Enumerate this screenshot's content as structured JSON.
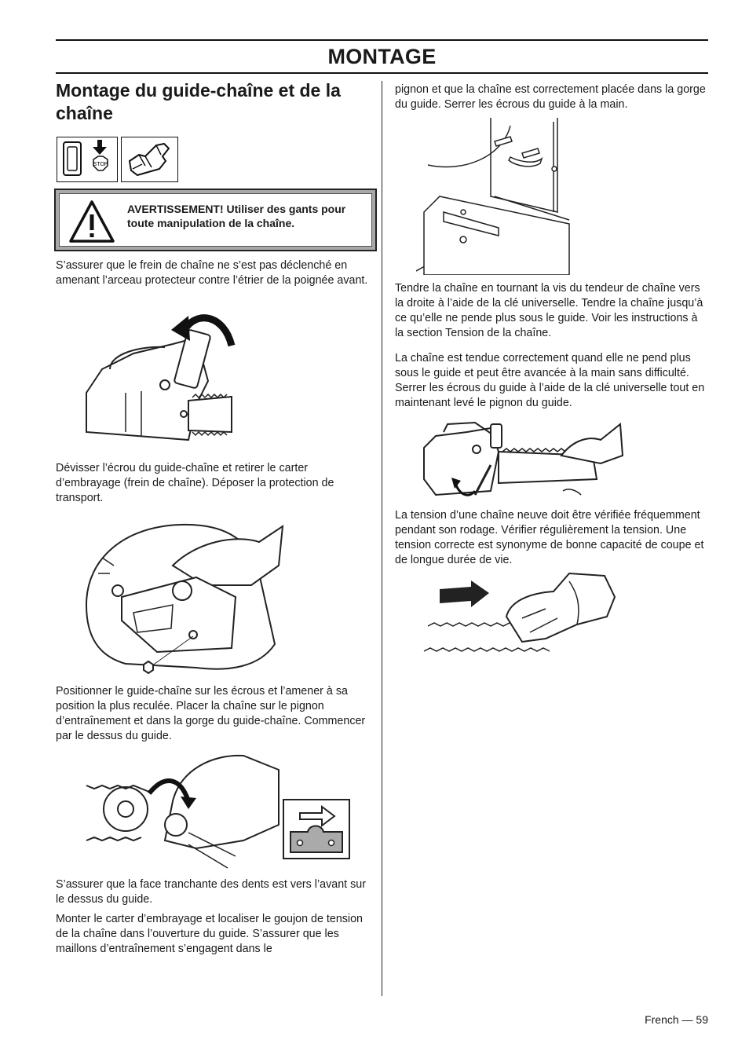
{
  "header": {
    "title": "MONTAGE"
  },
  "section": {
    "heading": "Montage du guide-chaîne et de la chaîne"
  },
  "icons": {
    "stop_label": "STOP"
  },
  "warning": {
    "text": "AVERTISSEMENT! Utiliser des gants pour toute manipulation de la chaîne."
  },
  "left_column": {
    "p1": "S’assurer que le frein de chaîne ne s’est pas déclenché en amenant l’arceau protecteur contre l’étrier de la poignée avant.",
    "p2": "Dévisser l’écrou du guide-chaîne et retirer le carter d’embrayage (frein de chaîne). Déposer la protection de transport.",
    "p3": "Positionner le guide-chaîne sur les écrous et l’amener à sa position la plus reculée. Placer la chaîne sur le pignon d’entraînement et dans la gorge du guide-chaîne. Commencer par le dessus du guide.",
    "p4": "S’assurer que la face tranchante des dents est vers l’avant sur le dessus du guide.",
    "p5": "Monter le carter d’embrayage et localiser le goujon de tension de la chaîne dans l’ouverture du guide. S’assurer que les maillons d’entraînement s’engagent dans le"
  },
  "right_column": {
    "p1": "pignon et que la chaîne est correctement placée dans la gorge du guide. Serrer les écrous du guide à la main.",
    "p2": "Tendre la chaîne en tournant la vis du tendeur de chaîne vers la droite à l’aide de la clé universelle. Tendre la chaîne jusqu’à ce qu’elle ne pende plus sous le guide. Voir les instructions à la section Tension de la chaîne.",
    "p3": "La chaîne est tendue correctement quand elle ne pend plus sous le guide et peut être avancée à la main sans difficulté. Serrer les écrous du guide à l’aide de la clé universelle tout en maintenant levé le pignon du  guide.",
    "p4": "La tension d’une chaîne neuve doit être vérifiée fréquemment pendant son rodage. Vérifier régulièrement la tension. Une tension correcte est synonyme de bonne capacité de coupe et de longue durée de vie."
  },
  "footer": {
    "page": "French — 59"
  }
}
